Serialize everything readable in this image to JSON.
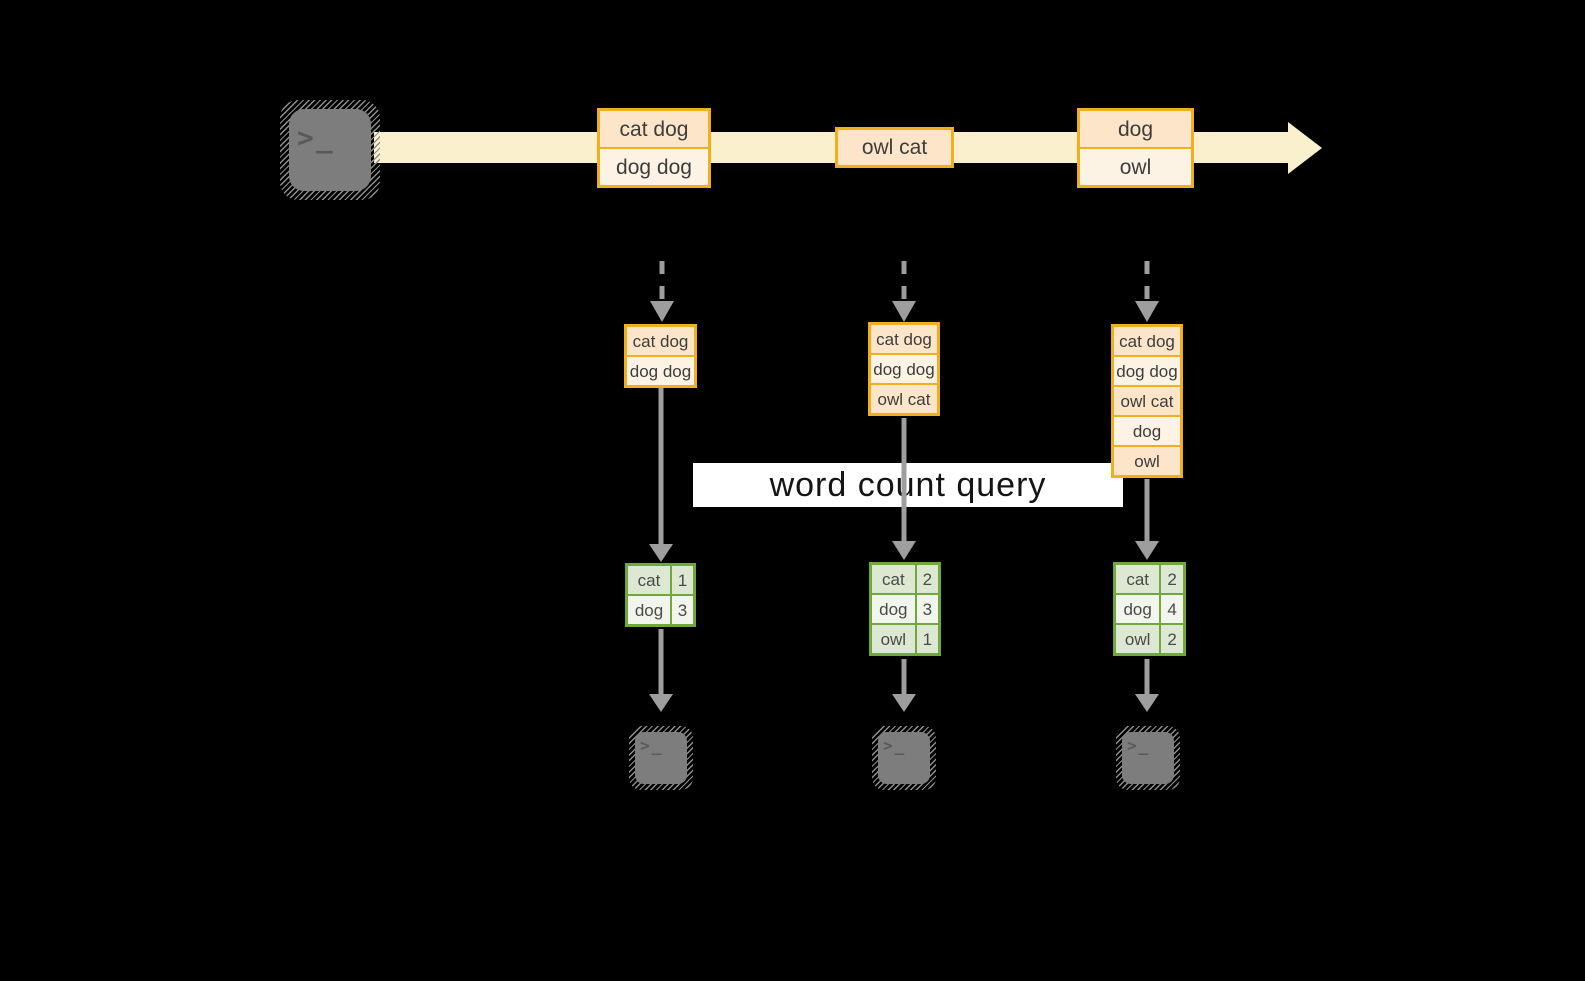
{
  "diagram": {
    "query_label": "word count query",
    "terminal": {
      "prompt": ">",
      "cursor": "_"
    },
    "stream": {
      "source_icon": "terminal-icon",
      "events": [
        {
          "rows": [
            "cat dog",
            "dog dog"
          ]
        },
        {
          "rows": [
            "owl cat"
          ]
        },
        {
          "rows": [
            "dog",
            "owl"
          ]
        }
      ]
    },
    "columns": [
      {
        "state": [
          "cat dog",
          "dog dog"
        ],
        "result": [
          {
            "word": "cat",
            "count": "1"
          },
          {
            "word": "dog",
            "count": "3"
          }
        ],
        "sink_icon": "terminal-icon"
      },
      {
        "state": [
          "cat dog",
          "dog dog",
          "owl cat"
        ],
        "result": [
          {
            "word": "cat",
            "count": "2"
          },
          {
            "word": "dog",
            "count": "3"
          },
          {
            "word": "owl",
            "count": "1"
          }
        ],
        "sink_icon": "terminal-icon"
      },
      {
        "state": [
          "cat dog",
          "dog dog",
          "owl cat",
          "dog",
          "owl"
        ],
        "result": [
          {
            "word": "cat",
            "count": "2"
          },
          {
            "word": "dog",
            "count": "4"
          },
          {
            "word": "owl",
            "count": "2"
          }
        ],
        "sink_icon": "terminal-icon"
      }
    ],
    "colors": {
      "background": "#000000",
      "amber_border": "#f0b01e",
      "peach_fill": "#fce5c9",
      "cream_fill": "#fdf3e4",
      "band_fill": "#fbf0cd",
      "green_border": "#6fa83c",
      "green_cell_dark": "#dde8d2",
      "green_cell_light": "#f1f5ec",
      "arrow_gray": "#9e9e9e",
      "terminal_gray": "#7d7d7d",
      "query_box_bg": "#ffffff"
    }
  }
}
